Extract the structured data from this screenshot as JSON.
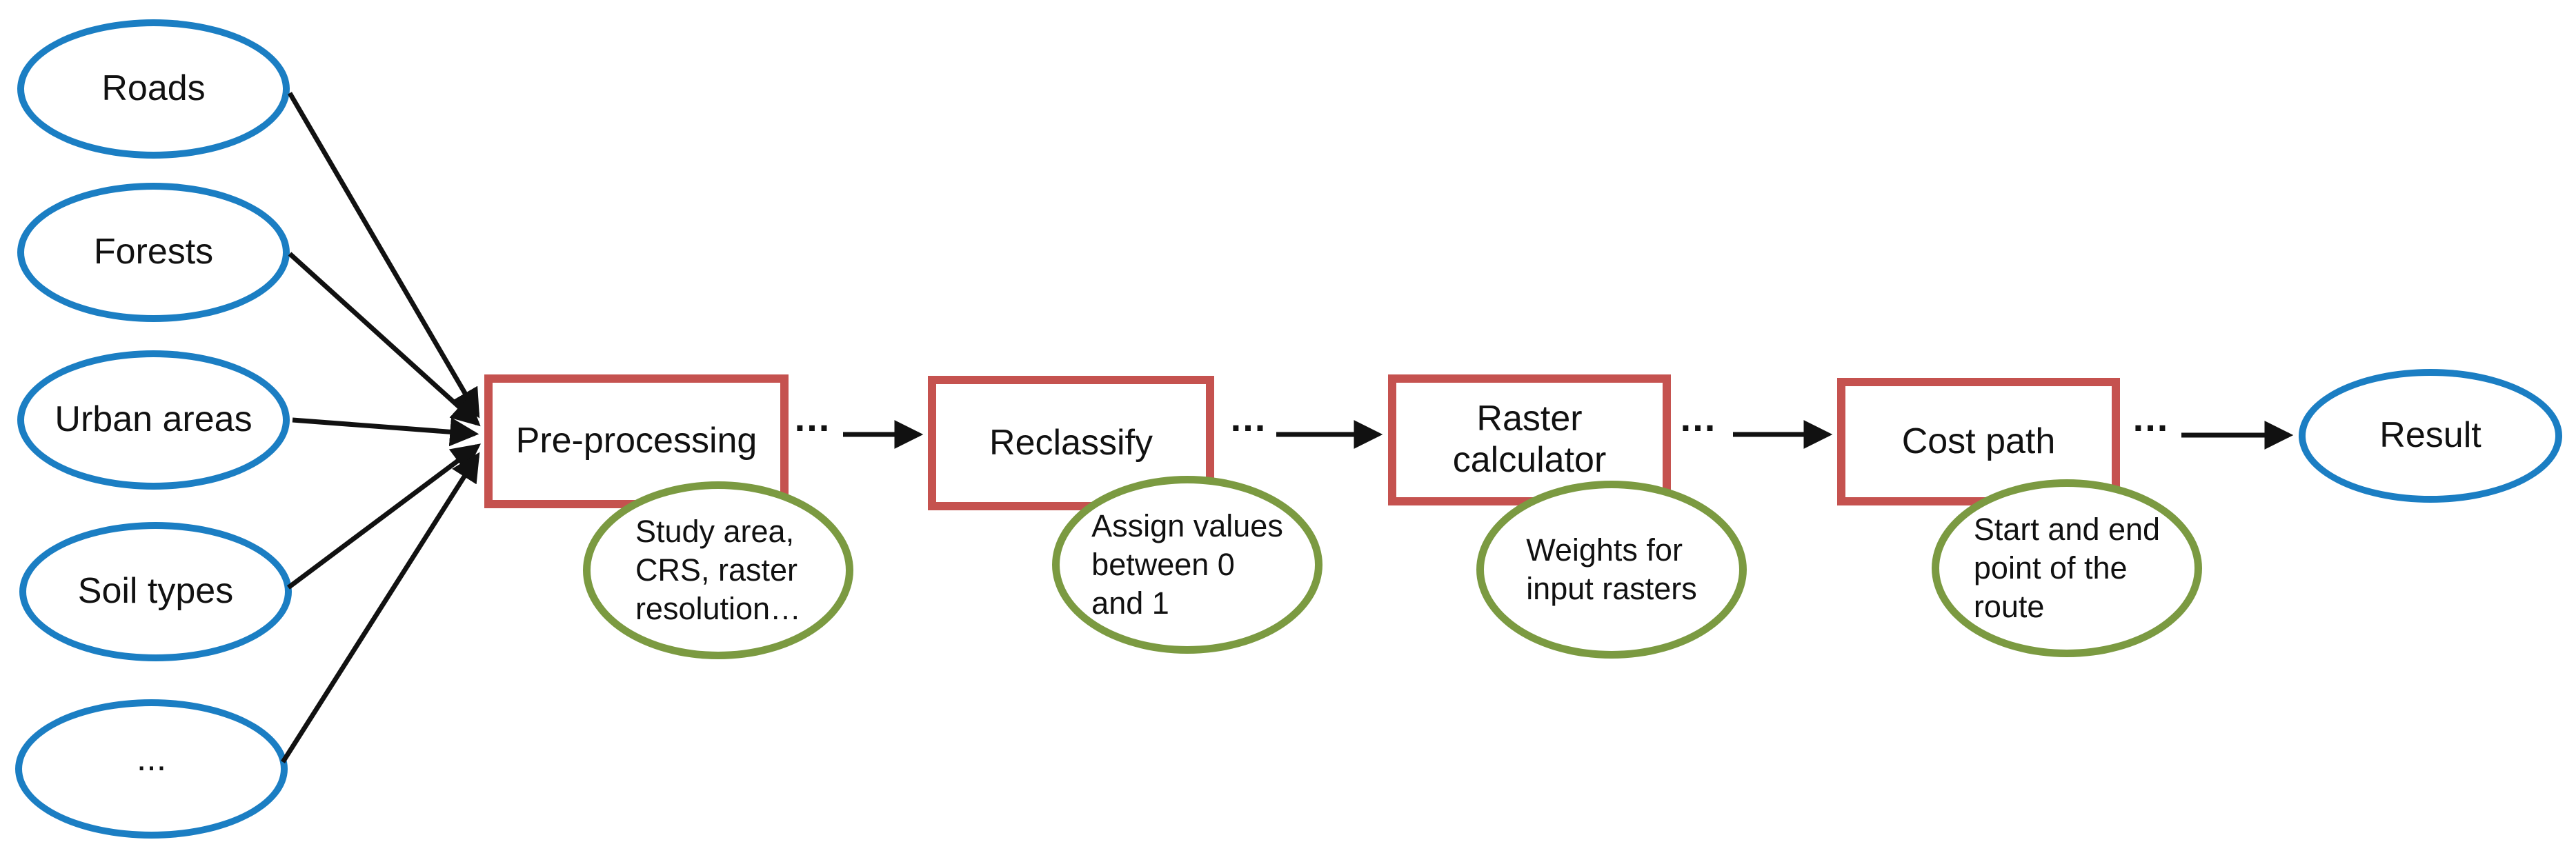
{
  "diagram": {
    "inputs": [
      {
        "label": "Roads"
      },
      {
        "label": "Forests"
      },
      {
        "label": "Urban areas"
      },
      {
        "label": "Soil types"
      },
      {
        "label": "..."
      }
    ],
    "steps": [
      {
        "label": "Pre-processing",
        "ellipsis": "...",
        "note": "Study area,\nCRS, raster\nresolution…"
      },
      {
        "label": "Reclassify",
        "ellipsis": "...",
        "note": "Assign values\nbetween 0\nand 1"
      },
      {
        "label": "Raster\ncalculator",
        "ellipsis": "...",
        "note": "Weights for\ninput rasters"
      },
      {
        "label": "Cost path",
        "ellipsis": "...",
        "note": "Start and end\npoint of the\nroute"
      }
    ],
    "result": {
      "label": "Result"
    },
    "colors": {
      "input_stroke": "#1b7ec3",
      "step_stroke": "#c5524f",
      "note_stroke": "#7b9a41",
      "arrow": "#111111"
    }
  }
}
